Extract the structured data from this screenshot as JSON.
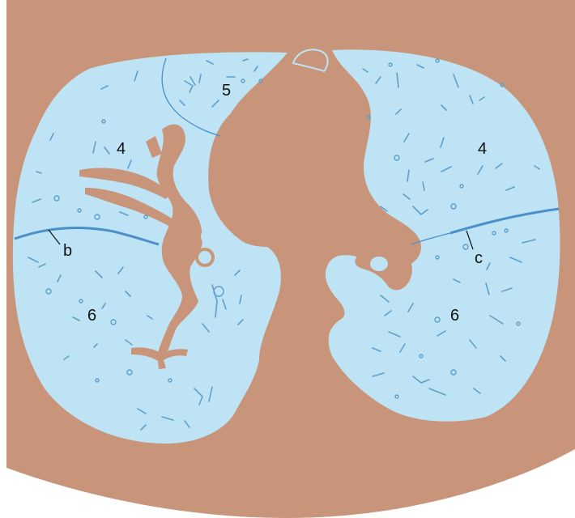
{
  "colors": {
    "body_tissue": "#c8957a",
    "lung": "#bde3f5",
    "vessel": "#5f9fc8",
    "fissure": "#4d8fc9",
    "leader_line": "#111111"
  },
  "labels": {
    "right_upper": "4",
    "right_middle": "5",
    "right_lower": "6",
    "left_upper": "4",
    "left_lower": "6",
    "right_fissure": "b",
    "left_fissure": "c"
  }
}
